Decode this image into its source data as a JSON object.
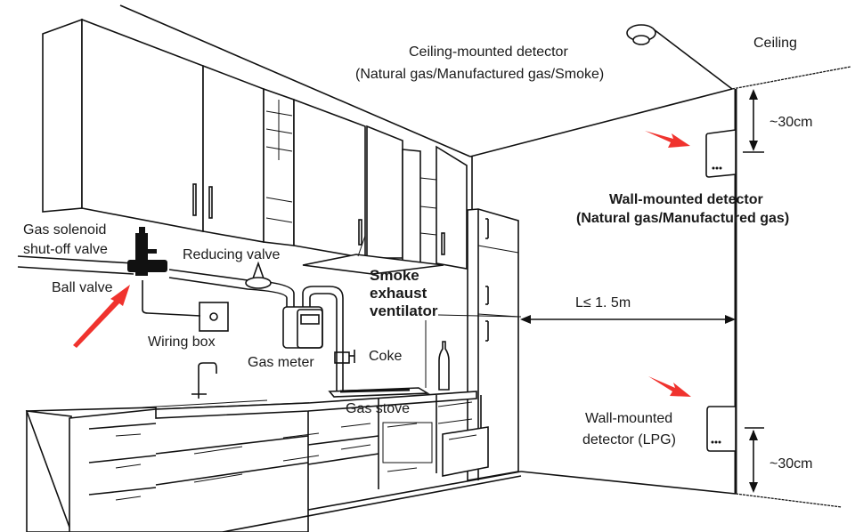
{
  "diagram": {
    "title": "Gas detector installation in kitchen",
    "accent_color": "#f0332e",
    "labels": {
      "ceiling_detector_line1": "Ceiling-mounted detector",
      "ceiling_detector_line2": "(Natural gas/Manufactured gas/Smoke)",
      "ceiling": "Ceiling",
      "distance_top": "~30cm",
      "wall_detector_line1": "Wall-mounted detector",
      "wall_detector_line2": "(Natural gas/Manufactured gas)",
      "distance_horizontal": "L≤ 1. 5m",
      "lpg_detector_line1": "Wall-mounted",
      "lpg_detector_line2": "detector (LPG)",
      "distance_bottom": "~30cm",
      "solenoid_line1": "Gas solenoid",
      "solenoid_line2": "shut-off valve",
      "ball_valve": "Ball valve",
      "reducing_valve": "Reducing valve",
      "wiring_box": "Wiring box",
      "gas_meter": "Gas meter",
      "coke": "Coke",
      "smoke_line1": "Smoke",
      "smoke_line2": "exhaust",
      "smoke_line3": "ventilator",
      "gas_stove": "Gas stove"
    }
  }
}
